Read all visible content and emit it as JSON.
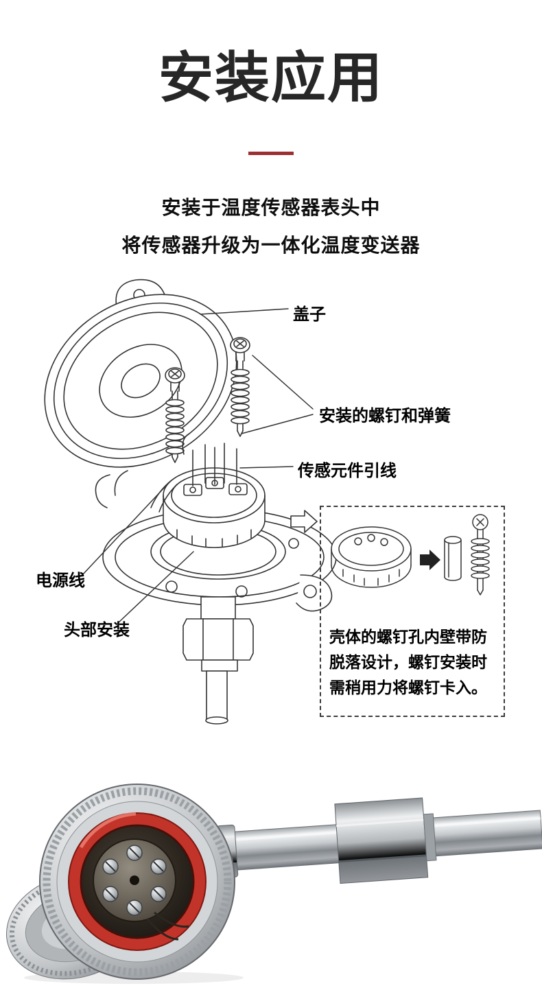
{
  "header": {
    "title": "安装应用",
    "subtitle_line1": "安装于温度传感器表头中",
    "subtitle_line2": "将传感器升级为一体化温度变送器"
  },
  "diagram": {
    "labels": {
      "cover": "盖子",
      "screws_and_springs": "安装的螺钉和弹簧",
      "sensor_element_leads": "传感元件引线",
      "power_wire": "电源线",
      "head_mounting": "头部安装"
    },
    "note_box": {
      "text": "壳体的螺钉孔内壁带防\n脱落设计，螺钉安装时\n需稍用力将螺钉卡入。"
    }
  },
  "icons": {
    "exploded_view": "exploded-view-line-drawing",
    "note_inset": "module-and-screw-line-drawing",
    "photo": "temperature-transmitter-product-photo"
  },
  "colors": {
    "accent_red": "#9c2f2f",
    "line_art": "#333333",
    "red_gasket_ring": "#c2342a",
    "title_text": "#272727"
  }
}
